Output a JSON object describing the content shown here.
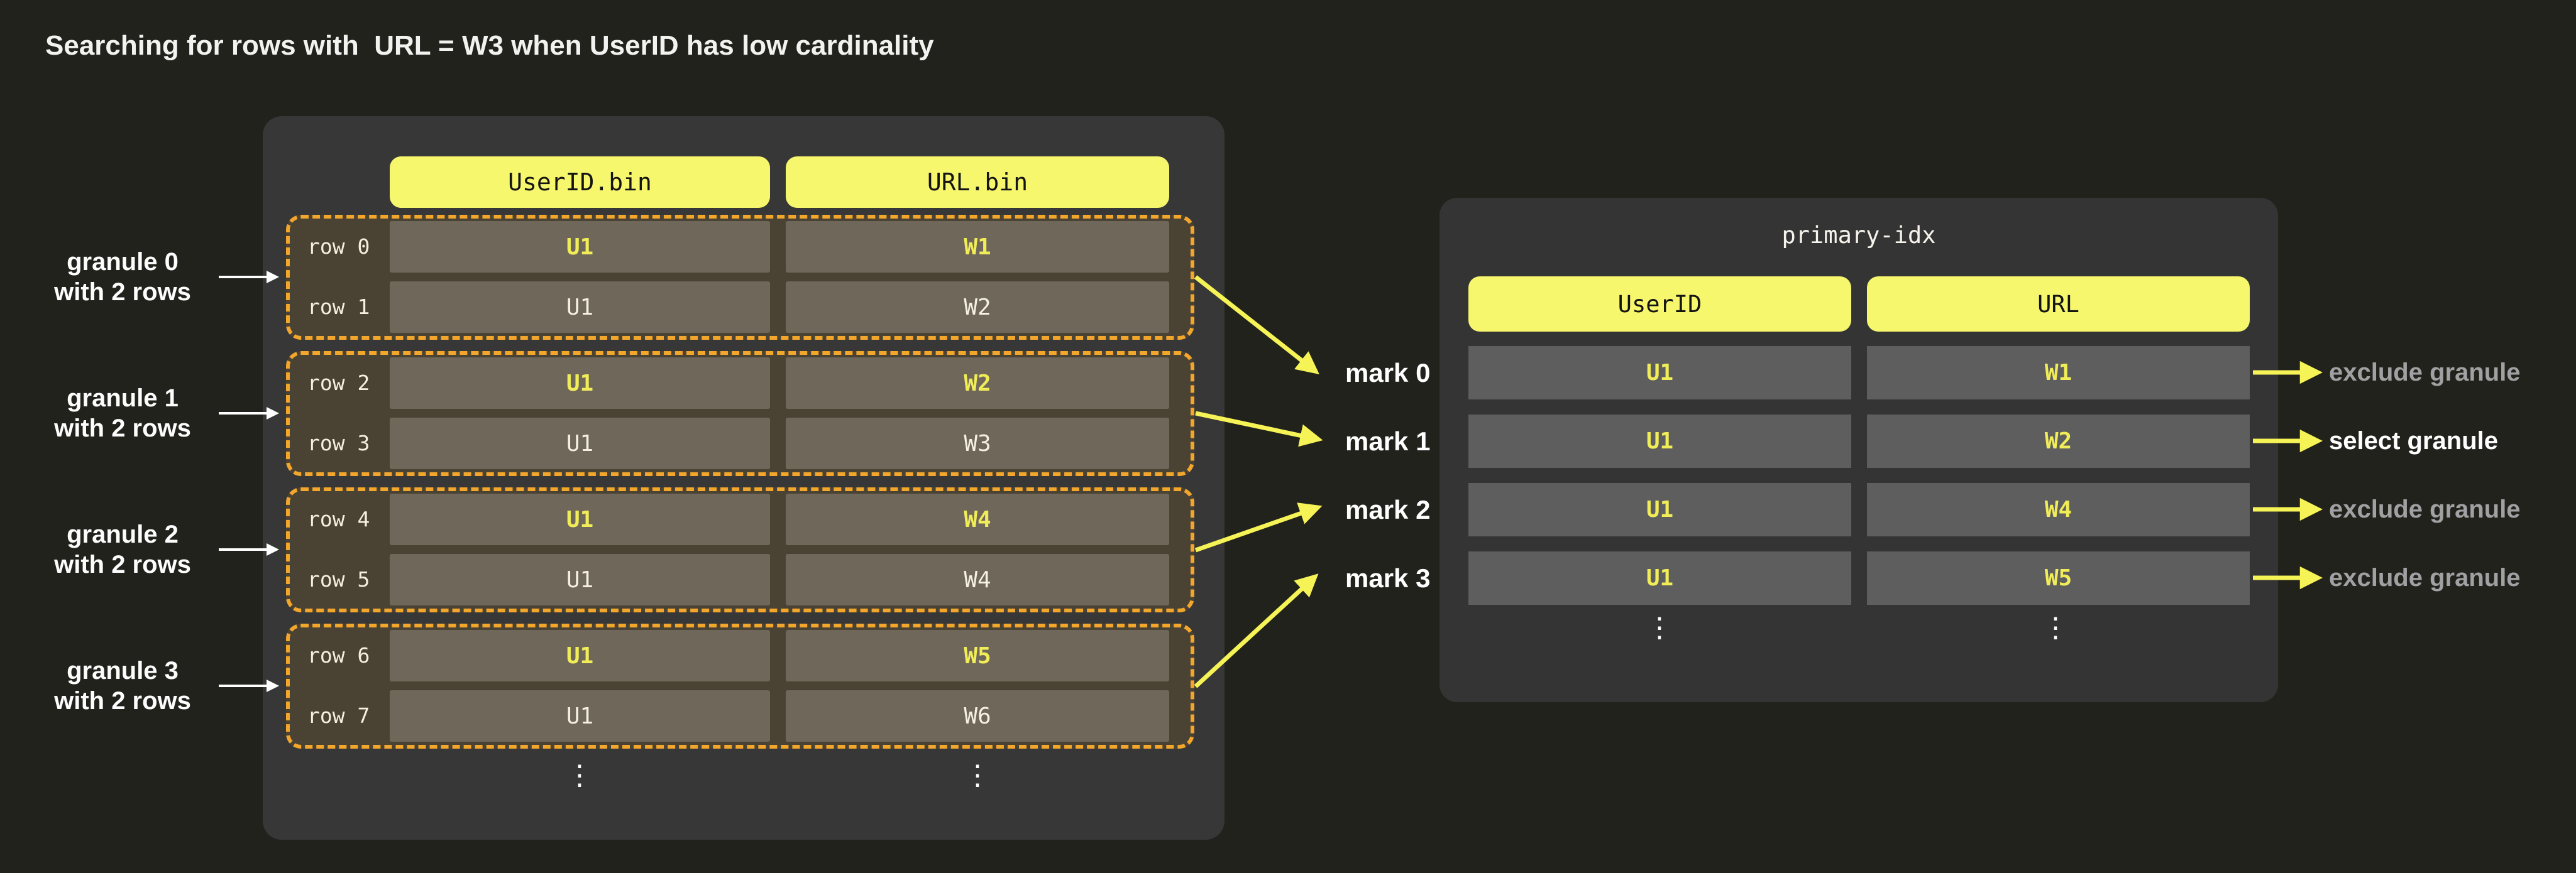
{
  "page": {
    "title": "Searching for rows with  URL = W3 when UserID has low cardinality"
  },
  "bin_table": {
    "columns": [
      {
        "label": "UserID.bin"
      },
      {
        "label": "URL.bin"
      }
    ],
    "granules": [
      {
        "label_line1": "granule 0",
        "label_line2": "with 2 rows",
        "rows": [
          {
            "label": "row 0",
            "user_id": "U1",
            "url": "W1"
          },
          {
            "label": "row 1",
            "user_id": "U1",
            "url": "W2"
          }
        ]
      },
      {
        "label_line1": "granule 1",
        "label_line2": "with 2 rows",
        "rows": [
          {
            "label": "row 2",
            "user_id": "U1",
            "url": "W2"
          },
          {
            "label": "row 3",
            "user_id": "U1",
            "url": "W3"
          }
        ]
      },
      {
        "label_line1": "granule 2",
        "label_line2": "with 2 rows",
        "rows": [
          {
            "label": "row 4",
            "user_id": "U1",
            "url": "W4"
          },
          {
            "label": "row 5",
            "user_id": "U1",
            "url": "W4"
          }
        ]
      },
      {
        "label_line1": "granule 3",
        "label_line2": "with 2 rows",
        "rows": [
          {
            "label": "row 6",
            "user_id": "U1",
            "url": "W5"
          },
          {
            "label": "row 7",
            "user_id": "U1",
            "url": "W6"
          }
        ]
      }
    ],
    "ellipsis": "⋮"
  },
  "marks": [
    {
      "label": "mark 0"
    },
    {
      "label": "mark 1"
    },
    {
      "label": "mark 2"
    },
    {
      "label": "mark 3"
    }
  ],
  "primary_index": {
    "title": "primary-idx",
    "columns": [
      {
        "label": "UserID"
      },
      {
        "label": "URL"
      }
    ],
    "rows": [
      {
        "user_id": "U1",
        "url": "W1"
      },
      {
        "user_id": "U1",
        "url": "W2"
      },
      {
        "user_id": "U1",
        "url": "W4"
      },
      {
        "user_id": "U1",
        "url": "W5"
      }
    ],
    "ellipsis": "⋮"
  },
  "outcomes": [
    {
      "label": "exclude granule",
      "selected": false
    },
    {
      "label": "select granule",
      "selected": true
    },
    {
      "label": "exclude granule",
      "selected": false
    },
    {
      "label": "exclude granule",
      "selected": false
    }
  ],
  "colors": {
    "background": "#21221c",
    "panel": "#373737",
    "panel_right": "#343434",
    "header_yellow": "#f7f76e",
    "granule_border": "#f3a62c",
    "granule_fill": "#4a4233",
    "bin_cell": "#6f675a",
    "idx_cell": "#5e5e5e",
    "highlight_text": "#f1ed58",
    "normal_text": "#f5f0e1",
    "arrow_yellow": "#f6f356",
    "mark_text": "#ffffff",
    "exclude_text": "#a1a1a3",
    "select_text": "#ffffff"
  }
}
